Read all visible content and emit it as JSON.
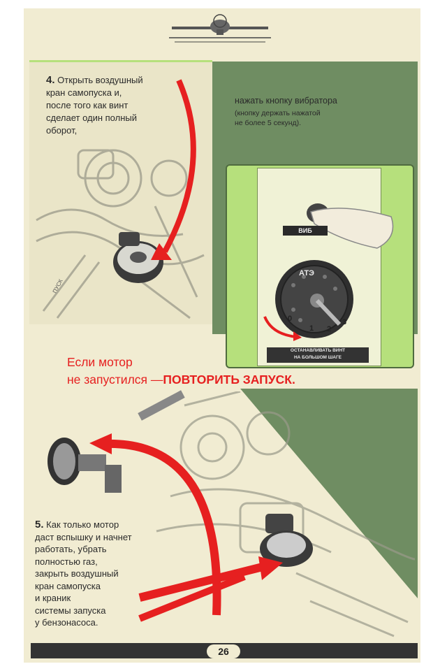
{
  "step4": {
    "number": "4.",
    "text": "Открыть воздушный\nкран самопуска и,\nпосле того как винт\nсделает один полный\nоборот,",
    "press_button": "нажать кнопку вибратора",
    "press_note": "(кнопку держать нажатой\nне более 5 секунд).",
    "valve_label": "ПУСК"
  },
  "device": {
    "vibrator_label": "ВИБ",
    "brand": "АТЭ",
    "dial_numbers": [
      "0",
      "1",
      "2",
      "3"
    ],
    "warning_plate": "ОСТАНАВЛИВАТЬ ВИНТ\nНА БОЛЬШОМ ШАГЕ"
  },
  "repeat": {
    "line1": "Если мотор",
    "line2_prefix": "не запустился —",
    "line2_caps": "ПОВТОРИТЬ ЗАПУСК."
  },
  "step5": {
    "number": "5.",
    "text": "Как только мотор\nдаст вспышку и начнет\nработать, убрать\nполностью газ,\nзакрыть воздушный\nкран самопуска\nи краник\nсистемы запуска\nу бензонасоса."
  },
  "page_number": "26",
  "colors": {
    "green": "#6f8d62",
    "light_green": "#b6e07c",
    "red": "#e62020",
    "paper": "#f1ecd2"
  },
  "icons": [
    "airplane-icon",
    "valve-knob-icon",
    "red-arrow-icon",
    "finger-press-icon",
    "starter-dial-icon"
  ]
}
